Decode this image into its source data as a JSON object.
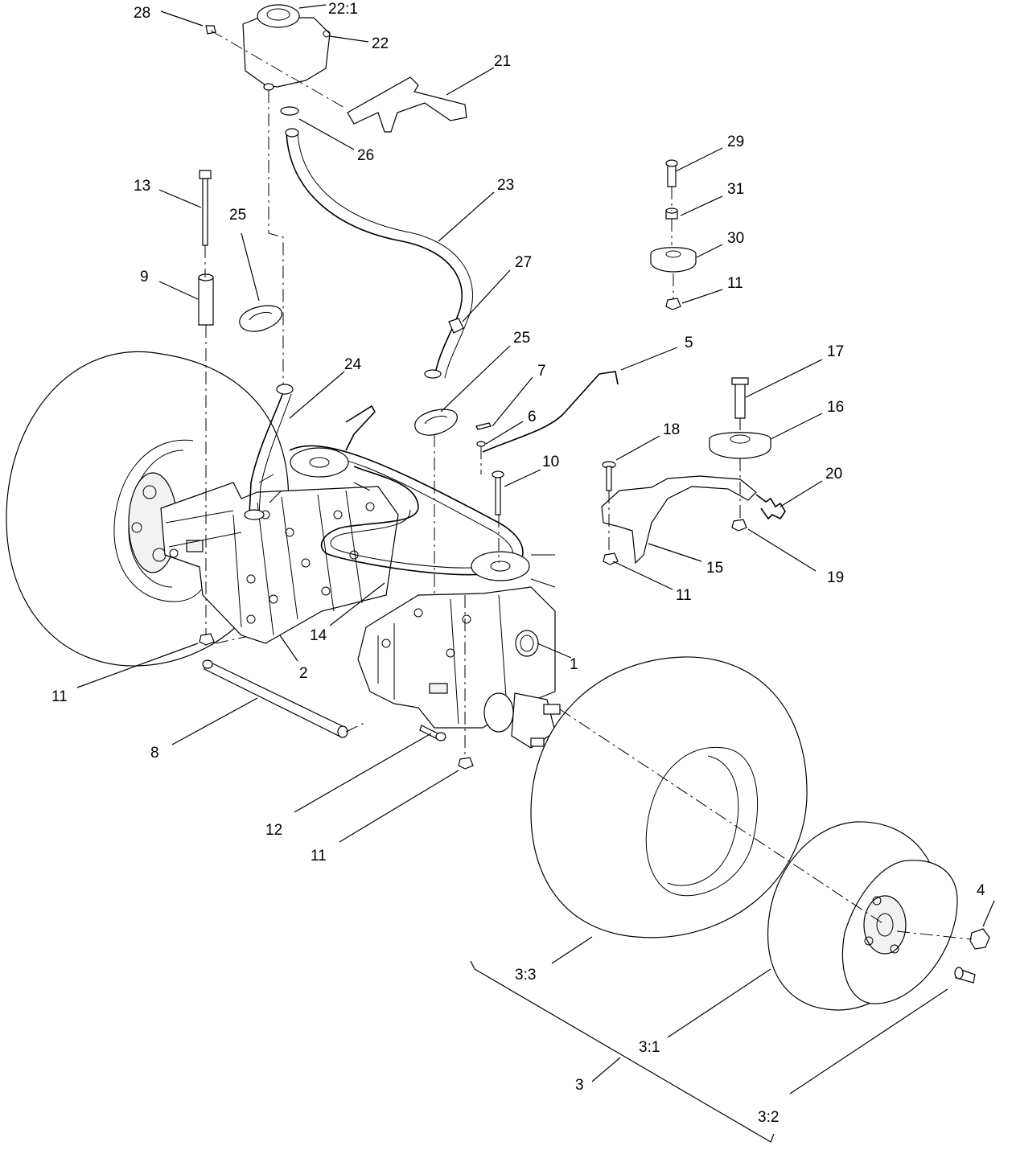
{
  "callouts": [
    {
      "id": "1",
      "text": "1"
    },
    {
      "id": "2",
      "text": "2"
    },
    {
      "id": "3",
      "text": "3"
    },
    {
      "id": "3-1",
      "text": "3:1"
    },
    {
      "id": "3-2",
      "text": "3:2"
    },
    {
      "id": "3-3",
      "text": "3:3"
    },
    {
      "id": "4",
      "text": "4"
    },
    {
      "id": "5",
      "text": "5"
    },
    {
      "id": "6",
      "text": "6"
    },
    {
      "id": "7",
      "text": "7"
    },
    {
      "id": "8",
      "text": "8"
    },
    {
      "id": "9",
      "text": "9"
    },
    {
      "id": "10",
      "text": "10"
    },
    {
      "id": "11-a",
      "text": "11"
    },
    {
      "id": "11-b",
      "text": "11"
    },
    {
      "id": "11-c",
      "text": "11"
    },
    {
      "id": "11-d",
      "text": "11"
    },
    {
      "id": "12",
      "text": "12"
    },
    {
      "id": "13",
      "text": "13"
    },
    {
      "id": "14",
      "text": "14"
    },
    {
      "id": "15",
      "text": "15"
    },
    {
      "id": "16",
      "text": "16"
    },
    {
      "id": "17",
      "text": "17"
    },
    {
      "id": "18",
      "text": "18"
    },
    {
      "id": "19",
      "text": "19"
    },
    {
      "id": "20",
      "text": "20"
    },
    {
      "id": "21",
      "text": "21"
    },
    {
      "id": "22",
      "text": "22"
    },
    {
      "id": "22-1",
      "text": "22:1"
    },
    {
      "id": "23",
      "text": "23"
    },
    {
      "id": "24",
      "text": "24"
    },
    {
      "id": "25-a",
      "text": "25"
    },
    {
      "id": "25-b",
      "text": "25"
    },
    {
      "id": "26",
      "text": "26"
    },
    {
      "id": "27",
      "text": "27"
    },
    {
      "id": "28",
      "text": "28"
    },
    {
      "id": "29",
      "text": "29"
    },
    {
      "id": "30",
      "text": "30"
    },
    {
      "id": "31",
      "text": "31"
    }
  ]
}
